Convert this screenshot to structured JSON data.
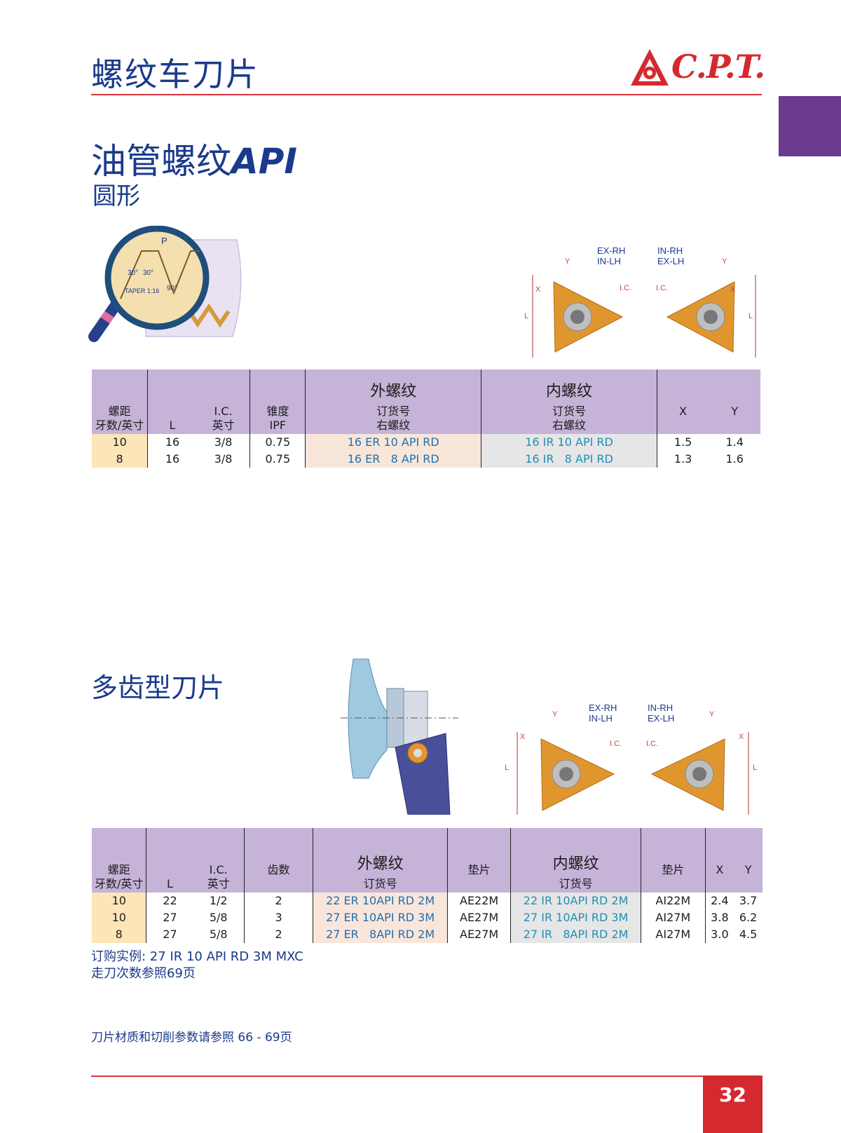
{
  "header": {
    "page_title": "螺纹车刀片",
    "logo_text": "C.P.T."
  },
  "section1": {
    "title_cn": "油管螺纹",
    "title_api": "API",
    "subtitle": "圆形",
    "diagram": {
      "p": "P",
      "angle_a": "30°",
      "angle_b": "30°",
      "taper": "TAPER 1:16",
      "angle_c": "90°",
      "ex_rh": "EX-RH",
      "in_lh": "IN-LH",
      "in_rh": "IN-RH",
      "ex_lh": "EX-LH",
      "x": "X",
      "y": "Y",
      "l": "L",
      "ic": "I.C."
    },
    "table": {
      "headers": {
        "pitch_1": "螺距",
        "pitch_2": "牙数/英寸",
        "l": "L",
        "ic_1": "I.C.",
        "ic_2": "英寸",
        "taper_1": "锥度",
        "taper_2": "IPF",
        "ext": "外螺纹",
        "ext_sub1": "订货号",
        "ext_sub2": "右螺纹",
        "int": "内螺纹",
        "int_sub1": "订货号",
        "int_sub2": "右螺纹",
        "x": "X",
        "y": "Y"
      },
      "rows": [
        {
          "pitch": "10",
          "l": "16",
          "ic": "3/8",
          "taper": "0.75",
          "ext": "16 ER 10 API RD",
          "int": "16 IR 10 API RD",
          "x": "1.5",
          "y": "1.4"
        },
        {
          "pitch": "8",
          "l": "16",
          "ic": "3/8",
          "taper": "0.75",
          "ext": "16 ER   8 API RD",
          "int": "16 IR   8 API RD",
          "x": "1.3",
          "y": "1.6"
        }
      ]
    }
  },
  "section2": {
    "title": "多齿型刀片",
    "diagram": {
      "ex_rh": "EX-RH",
      "in_lh": "IN-LH",
      "in_rh": "IN-RH",
      "ex_lh": "EX-LH",
      "x": "X",
      "y": "Y",
      "l": "L",
      "ic": "I.C."
    },
    "table": {
      "headers": {
        "pitch_1": "螺距",
        "pitch_2": "牙数/英寸",
        "l": "L",
        "ic_1": "I.C.",
        "ic_2": "英寸",
        "teeth": "齿数",
        "ext": "外螺纹",
        "ext_sub": "订货号",
        "shim_ext": "垫片",
        "int": "内螺纹",
        "int_sub": "订货号",
        "shim_int": "垫片",
        "x": "X",
        "y": "Y"
      },
      "rows": [
        {
          "pitch": "10",
          "l": "22",
          "ic": "1/2",
          "teeth": "2",
          "ext": "22 ER 10API RD 2M",
          "shim_ext": "AE22M",
          "int": "22 IR 10API RD 2M",
          "shim_int": "AI22M",
          "x": "2.4",
          "y": "3.7"
        },
        {
          "pitch": "10",
          "l": "27",
          "ic": "5/8",
          "teeth": "3",
          "ext": "27 ER 10API RD 3M",
          "shim_ext": "AE27M",
          "int": "27 IR 10API RD 3M",
          "shim_int": "AI27M",
          "x": "3.8",
          "y": "6.2"
        },
        {
          "pitch": "8",
          "l": "27",
          "ic": "5/8",
          "teeth": "2",
          "ext": "27 ER   8API RD 2M",
          "shim_ext": "AE27M",
          "int": "27 IR   8API RD 2M",
          "shim_int": "AI27M",
          "x": "3.0",
          "y": "4.5"
        }
      ]
    },
    "order_example": "订购实例: 27 IR 10 API RD 3M MXC",
    "passes_note": "走刀次数参照69页"
  },
  "footer": {
    "note": "刀片材质和切削参数请参照 66 - 69页",
    "page_number": "32"
  },
  "colors": {
    "brand_red": "#d42a2f",
    "title_blue": "#1a3a8c",
    "header_purple": "#c6b3d8",
    "tab_purple": "#6c3a8e"
  }
}
